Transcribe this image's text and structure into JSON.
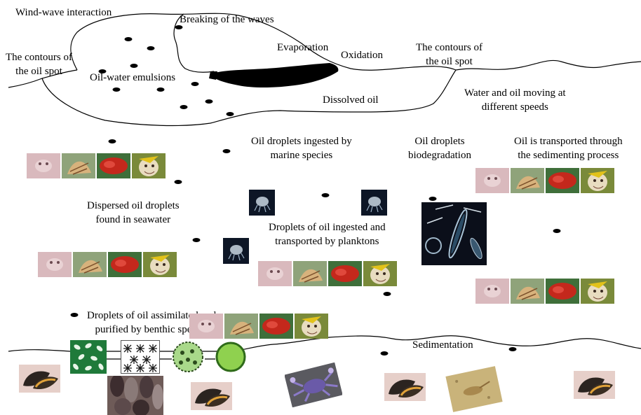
{
  "labels": {
    "wind_wave": "Wind-wave interaction",
    "breaking": "Breaking of the waves",
    "contours_left": [
      "The contours of",
      "the oil spot"
    ],
    "evaporation": "Evaporation",
    "oxidation": "Oxidation",
    "contours_right": [
      "The contours of",
      "the oil spot"
    ],
    "emulsions": "Oil-water emulsions",
    "dissolved": "Dissolved oil",
    "water_oil_speeds": [
      "Water and oil moving at",
      "different speeds"
    ],
    "ingested_marine": [
      "Oil droplets ingested by",
      "marine species"
    ],
    "biodegradation": [
      "Oil droplets",
      "biodegradation"
    ],
    "sedimenting": [
      "Oil is transported through",
      "the sedimenting process"
    ],
    "dispersed": [
      "Dispersed oil droplets",
      "found in seawater"
    ],
    "plankton": [
      "Droplets of oil ingested and",
      "transported by planktons"
    ],
    "benthic": [
      "Droplets of oil assimilated and",
      "purified by benthic species"
    ],
    "sedimentation": "Sedimentation"
  },
  "colors": {
    "line": "#000000",
    "oil": "#000000",
    "algae_green": "#1f7a3a",
    "bubble_green": "#8fd14f"
  },
  "icons": [
    "fish-strip-icon",
    "plankton-icon",
    "microorganism-icon",
    "mussel-icon",
    "crab-icon",
    "sea-floor-icon",
    "algae-icon"
  ]
}
